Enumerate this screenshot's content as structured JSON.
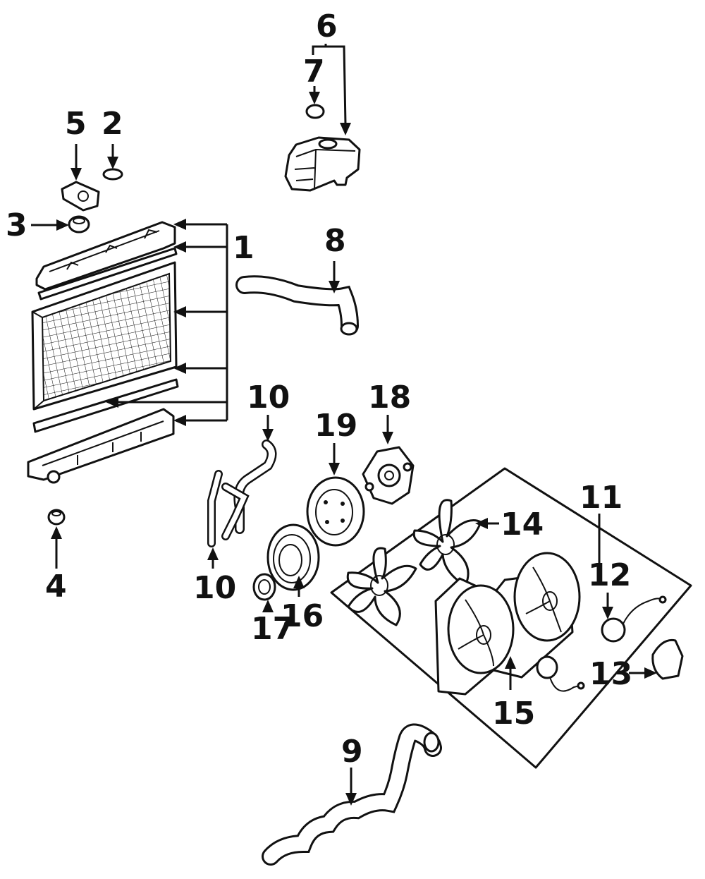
{
  "callouts": [
    {
      "id": "1",
      "label": "1"
    },
    {
      "id": "2",
      "label": "2"
    },
    {
      "id": "3",
      "label": "3"
    },
    {
      "id": "4",
      "label": "4"
    },
    {
      "id": "5",
      "label": "5"
    },
    {
      "id": "6",
      "label": "6"
    },
    {
      "id": "7",
      "label": "7"
    },
    {
      "id": "8",
      "label": "8"
    },
    {
      "id": "9",
      "label": "9"
    },
    {
      "id": "10a",
      "label": "10"
    },
    {
      "id": "10b",
      "label": "10"
    },
    {
      "id": "11",
      "label": "11"
    },
    {
      "id": "12",
      "label": "12"
    },
    {
      "id": "13",
      "label": "13"
    },
    {
      "id": "14",
      "label": "14"
    },
    {
      "id": "15",
      "label": "15"
    },
    {
      "id": "16",
      "label": "16"
    },
    {
      "id": "17",
      "label": "17"
    },
    {
      "id": "18",
      "label": "18"
    },
    {
      "id": "19",
      "label": "19"
    }
  ],
  "colors": {
    "ink": "#111111",
    "paper": "#ffffff"
  }
}
